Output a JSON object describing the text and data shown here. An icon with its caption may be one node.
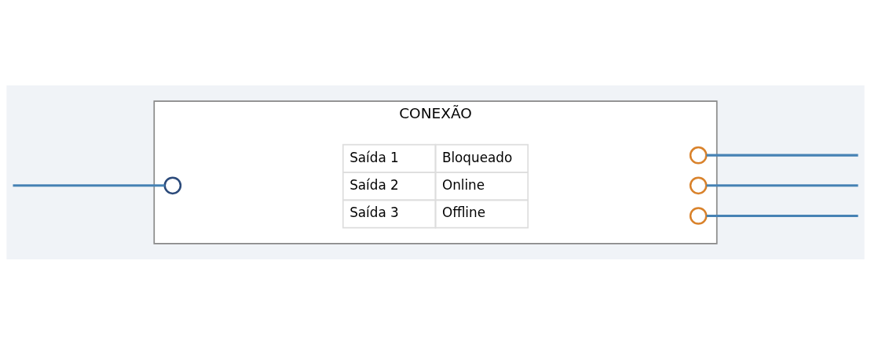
{
  "diagram": {
    "nodes": [
      {
        "text": [
          "CONEXÃO"
        ]
      },
      {
        "text": [],
        "shape": "circle",
        "in": 0
      },
      {
        "text": [],
        "shape": "circle",
        "in": 0
      },
      {
        "text": [],
        "shape": "circle",
        "in": 0
      },
      {
        "text": [],
        "shape": "circle",
        "in": 0
      }
    ],
    "edges": [
      {
        "from": null,
        "to": 1,
        "arrow": "none"
      },
      {
        "from": 2,
        "to": null,
        "arrow": "none"
      },
      {
        "from": 3,
        "to": null,
        "arrow": "none"
      },
      {
        "from": 4,
        "to": null,
        "arrow": "none"
      }
    ],
    "labels": [
      "Saída 1",
      "Bloqueado",
      "Saída 2",
      "Online",
      "Saída 3",
      "Offline"
    ]
  }
}
